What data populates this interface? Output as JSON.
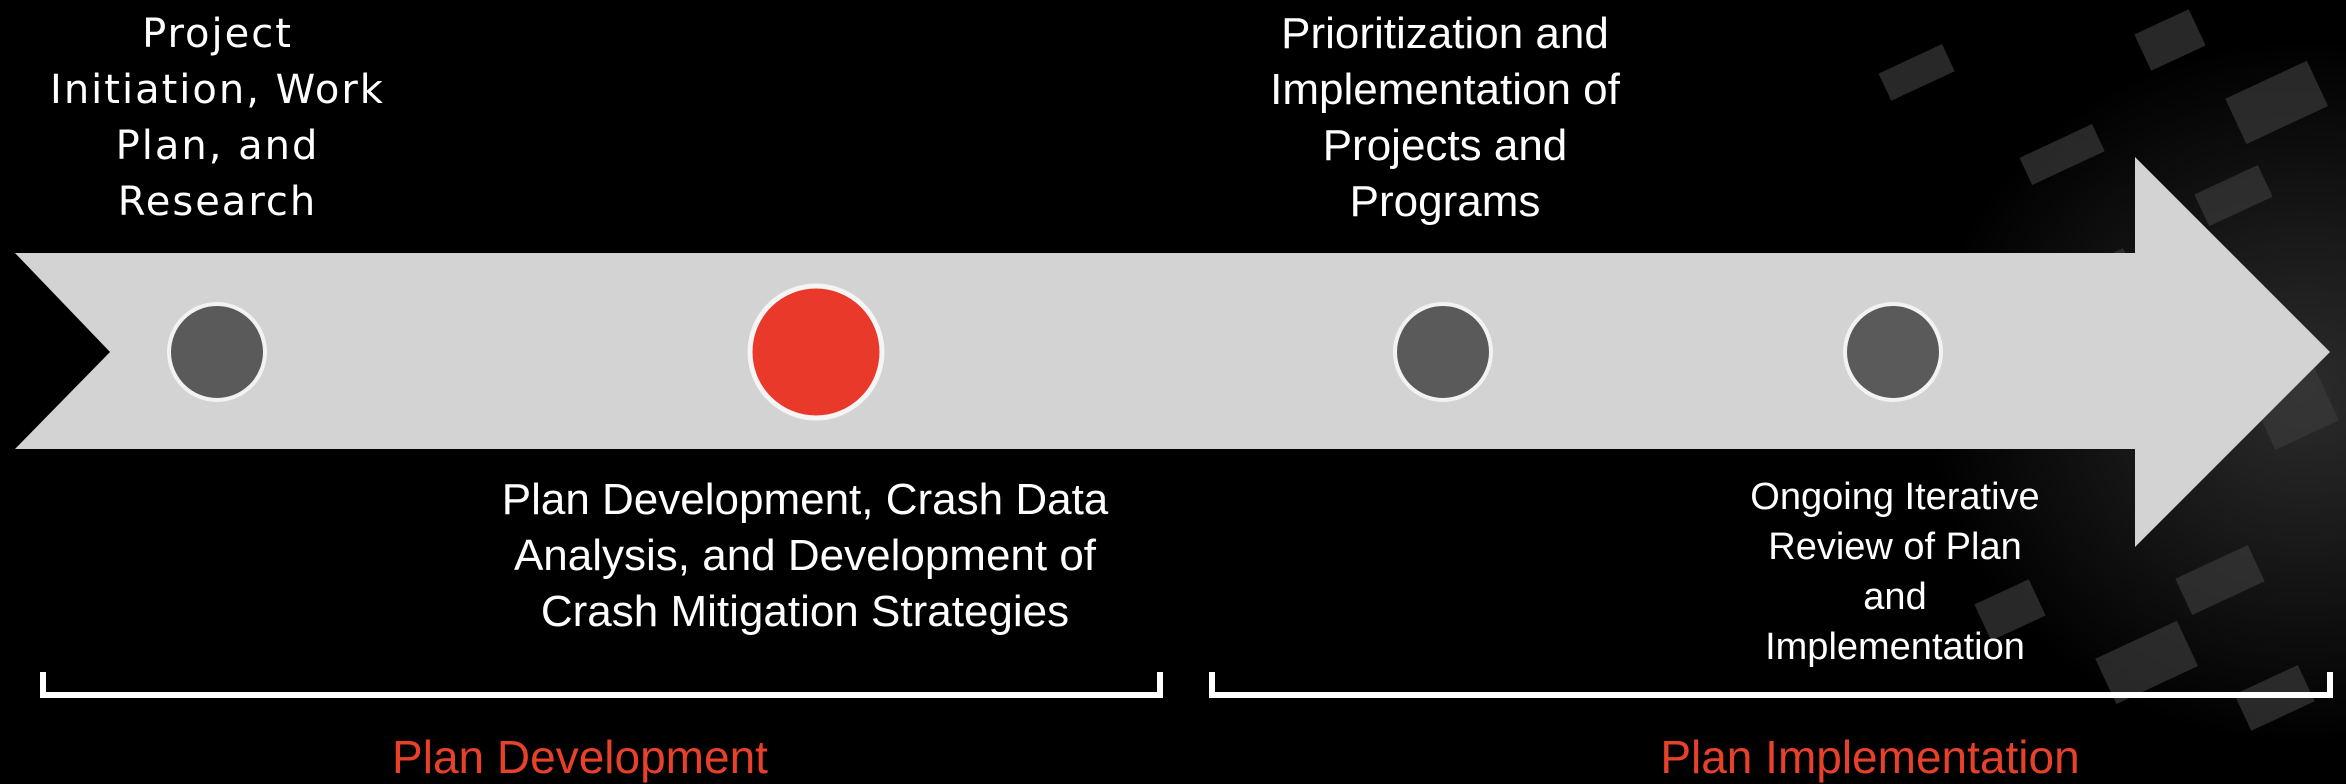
{
  "timeline": {
    "milestones": [
      {
        "label": "Project\nInitiation, Work\nPlan, and\nResearch",
        "color": "#5a5a5a",
        "active": false
      },
      {
        "label": "Plan Development, Crash Data\nAnalysis, and Development of\nCrash Mitigation Strategies",
        "color": "#e8392a",
        "active": true
      },
      {
        "label": "Prioritization and\nImplementation of\nProjects and\nPrograms",
        "color": "#5a5a5a",
        "active": false
      },
      {
        "label": "Ongoing Iterative\nReview of Plan\nand\nImplementation",
        "color": "#5a5a5a",
        "active": false
      }
    ],
    "phases": [
      {
        "label": "Plan Development"
      },
      {
        "label": "Plan Implementation"
      }
    ]
  },
  "colors": {
    "background": "#000000",
    "arrow": "#d3d3d3",
    "accent": "#e8402a",
    "milestone": "#5a5a5a",
    "bracket": "#ffffff"
  }
}
